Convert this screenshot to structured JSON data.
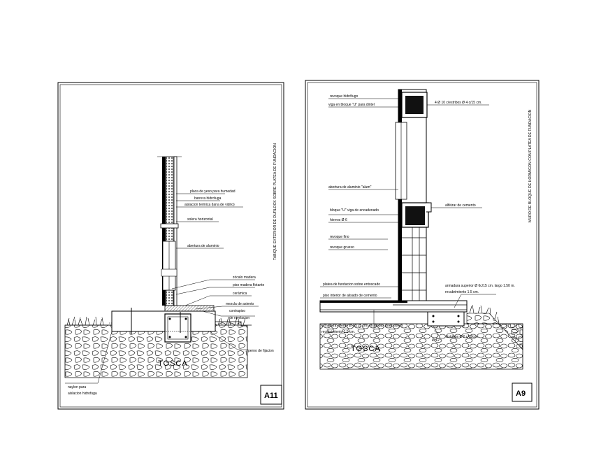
{
  "left_sheet": {
    "vertical_title": "TABIQUE EXTERIOR DE DURLOCK SOBRE PLATEA DE FUNDACION",
    "tag": "A11",
    "soil": "TOSCA",
    "labels": {
      "placa": "placa de yeso para humedad",
      "barrera": "barrera hidrofuga",
      "aislacion": "aislacion termica (lana de vidrio)",
      "solera": "solera horizontal",
      "abertura": "abertura de aluminio",
      "zocalo": "zócalo madera",
      "piso": "piso madera flotante",
      "ceramica": "cerámica",
      "mezcla": "mezcla de asiento",
      "contrapiso": "contrapiso",
      "nivelacion": "de nivelacion",
      "perno": "perno de fijacion",
      "nylon1": "naylon para",
      "nylon2": "aislacion hidrofuga"
    }
  },
  "right_sheet": {
    "vertical_title": "MURO DE BLOQUE DE HORMIGON CON PLATEA DE FUNDACION",
    "tag": "A9",
    "soil": "TOSCA",
    "labels": {
      "revoque_hidrofugo": "revoque hidrófugo",
      "viga": "viga en bloque \"U\" para dintel",
      "armadura_dintel": "4 Ø 10 c/estribos Ø 4 c/15 cm.",
      "abertura": "abertura de aluminio \"alum\"",
      "bloque": "bloque \"U\" viga de encadenado",
      "alfeizar": "alféizar de cemento",
      "hierros": "hierros Ø 6",
      "revoque_fino": "revoque fino",
      "revoque_grueso": "revoque grueso",
      "platea": "platea de fundacion sobre entoscado",
      "piso": "piso interior de alisado de cemento",
      "arm_sup1": "armadura superior Ø 6c/15 cm. largo 1.50 m.",
      "arm_sup2": "recubrimiento 1.5 cm.",
      "arm_inf1": "armadura inferior Ø 6c/15 cm. en ambas direcciones",
      "arm_inf2": "recubrimiento 1.5 cm.",
      "d12": "Ø 12",
      "estribos": "Estribos Ø 6 c/20cm."
    }
  }
}
